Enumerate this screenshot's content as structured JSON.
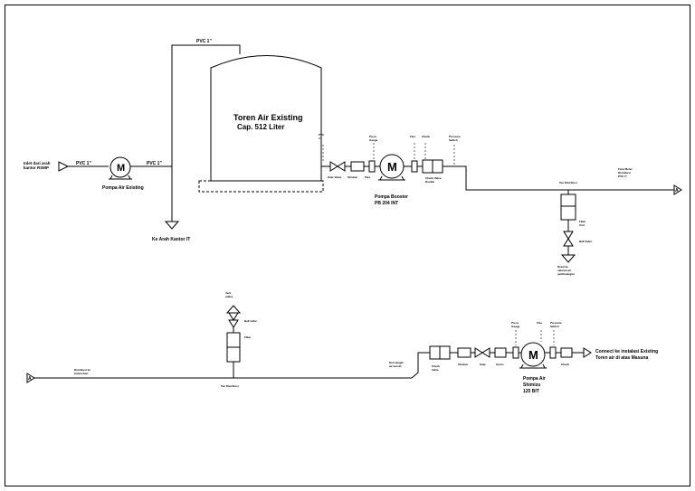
{
  "tank": {
    "title": "Toren Air Existing",
    "capacity": "Cap. 512 Liter"
  },
  "pipes": {
    "top_pvc": "PVC 1\"",
    "inlet_pvc": "PVC 1\"",
    "pump_out_pvc": "PVC 1\""
  },
  "labels": {
    "inlet": [
      "Inlet dari arah",
      "kantor RSMP"
    ],
    "pompa_existing": "Pompa Air Existing",
    "ke_arah_kantor": "Ke Arah Kantor IT",
    "booster_name": "Pompa Booster",
    "booster_model": "PB 204 INT",
    "pompa_air_2": "Pompa Air",
    "pompa_air_2_model": "Shimizu",
    "pompa_air_2_size": "125 BIT",
    "connect_1": "Connect ke instalasi Existing",
    "connect_2": "Toren air di atas Masuna",
    "pipe_marker_right": "A",
    "pipe_marker_left": "A"
  },
  "colors": {
    "line": "#000000",
    "background": "#ffffff"
  }
}
